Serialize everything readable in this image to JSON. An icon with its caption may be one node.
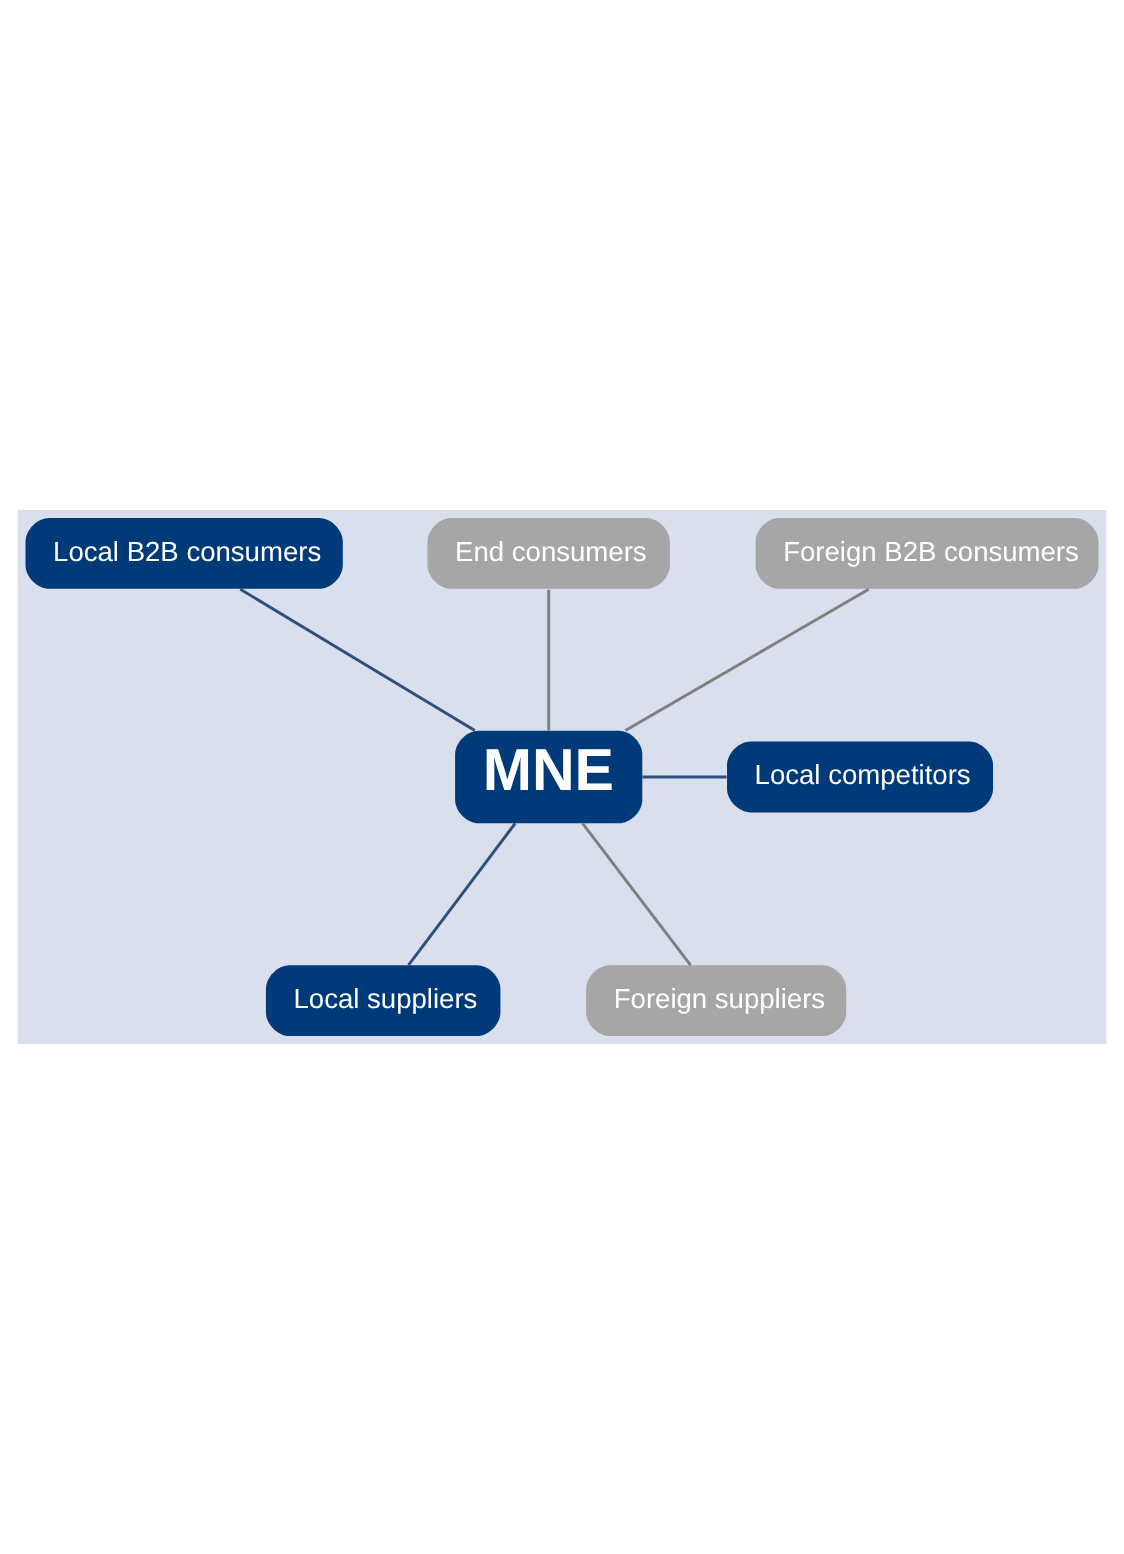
{
  "diagram": {
    "nodes": [
      {
        "text": [
          "MNE"
        ]
      },
      {
        "text": [
          "Local B2B consumers"
        ]
      },
      {
        "text": [
          "End consumers"
        ]
      },
      {
        "text": [
          "Foreign B2B consumers"
        ]
      },
      {
        "text": [
          "Local competitors"
        ]
      },
      {
        "text": [
          "Local suppliers"
        ]
      },
      {
        "text": [
          "Foreign suppliers"
        ]
      }
    ],
    "edges": [
      {
        "from": 1,
        "to": 0,
        "arrow": "none",
        "color": "#2f4f7f"
      },
      {
        "from": 2,
        "to": 0,
        "arrow": "none",
        "color": "#7f7f7f"
      },
      {
        "from": 3,
        "to": 0,
        "arrow": "none",
        "color": "#7f7f7f"
      },
      {
        "from": 0,
        "to": 4,
        "arrow": "none",
        "color": "#2f4f7f"
      },
      {
        "from": 0,
        "to": 5,
        "arrow": "none",
        "color": "#2f4f7f"
      },
      {
        "from": 0,
        "to": 6,
        "arrow": "none",
        "color": "#7f7f7f"
      }
    ]
  }
}
